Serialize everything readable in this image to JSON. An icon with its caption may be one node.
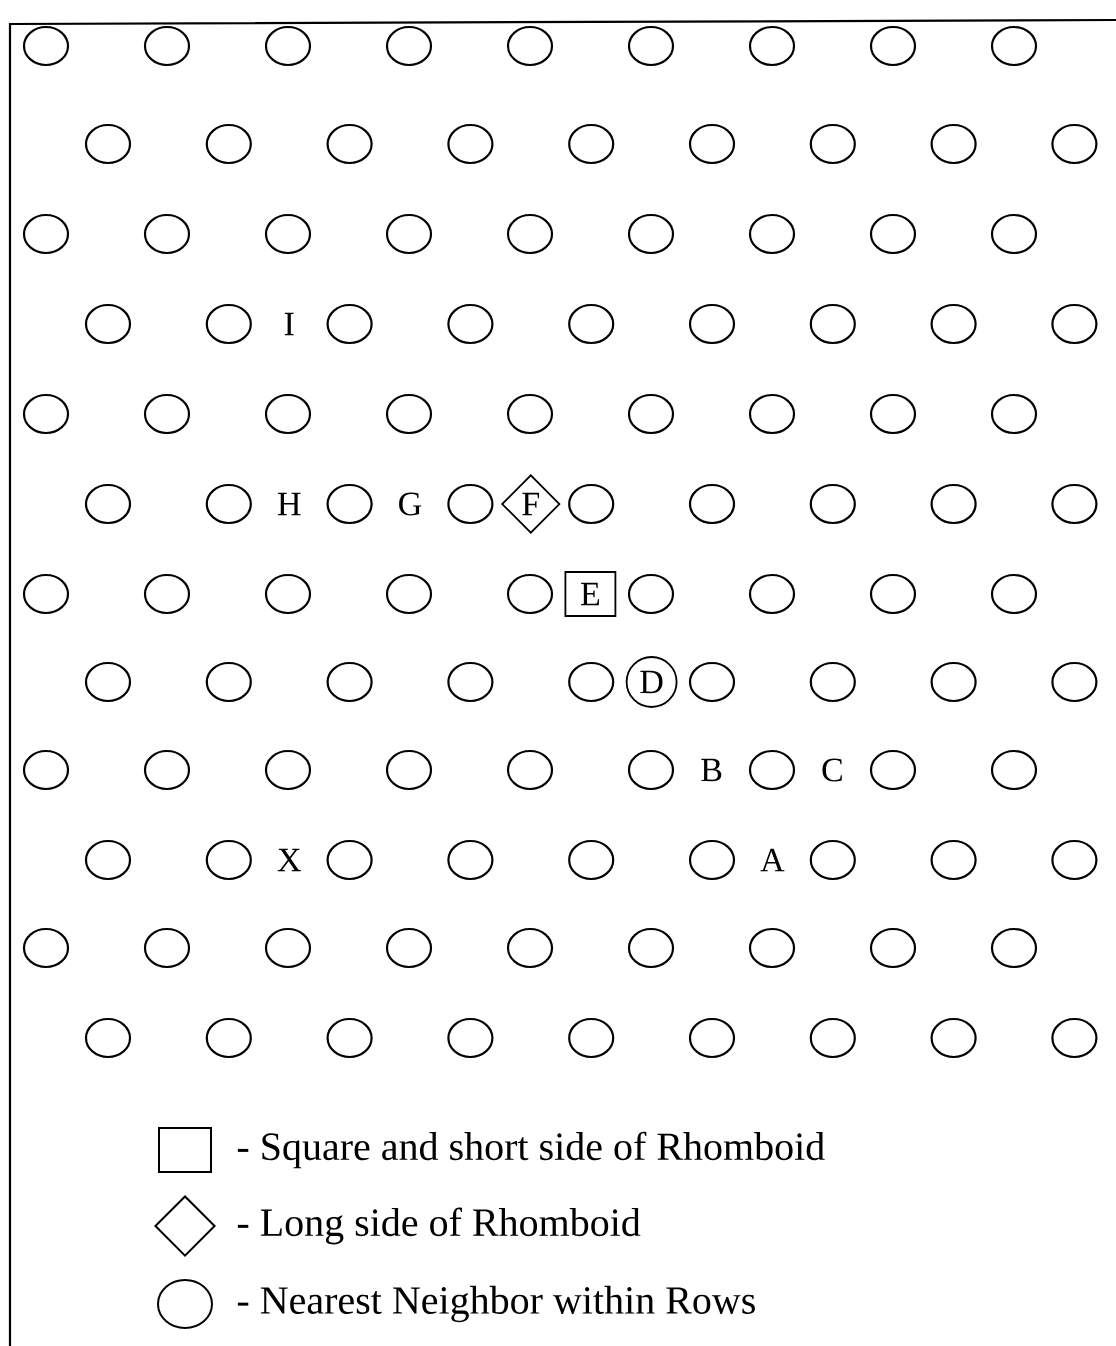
{
  "diagram": {
    "nodes": [
      {
        "text": [],
        "shape": "circle"
      },
      {
        "text": [],
        "shape": "circle"
      },
      {
        "text": [],
        "shape": "circle"
      },
      {
        "text": [],
        "shape": "circle"
      },
      {
        "text": [],
        "shape": "circle"
      },
      {
        "text": [],
        "shape": "circle"
      },
      {
        "text": [],
        "shape": "circle"
      },
      {
        "text": [],
        "shape": "circle"
      },
      {
        "text": [],
        "shape": "circle"
      },
      {
        "text": [],
        "shape": "circle"
      },
      {
        "text": [],
        "shape": "circle"
      },
      {
        "text": [],
        "shape": "circle"
      },
      {
        "text": [],
        "shape": "circle"
      },
      {
        "text": [],
        "shape": "circle"
      },
      {
        "text": [],
        "shape": "circle"
      },
      {
        "text": [],
        "shape": "circle"
      },
      {
        "text": [],
        "shape": "circle"
      },
      {
        "text": [],
        "shape": "circle"
      },
      {
        "text": [],
        "shape": "circle"
      },
      {
        "text": [],
        "shape": "circle"
      },
      {
        "text": [],
        "shape": "circle"
      },
      {
        "text": [],
        "shape": "circle"
      },
      {
        "text": [],
        "shape": "circle"
      },
      {
        "text": [],
        "shape": "circle"
      },
      {
        "text": [],
        "shape": "circle"
      },
      {
        "text": [],
        "shape": "circle"
      },
      {
        "text": [],
        "shape": "circle"
      },
      {
        "text": [],
        "shape": "circle"
      },
      {
        "text": [],
        "shape": "circle"
      },
      {
        "text": [],
        "shape": "circle"
      },
      {
        "text": [],
        "shape": "circle"
      },
      {
        "text": [],
        "shape": "circle"
      },
      {
        "text": [],
        "shape": "circle"
      },
      {
        "text": [],
        "shape": "circle"
      },
      {
        "text": [],
        "shape": "circle"
      },
      {
        "text": [],
        "shape": "circle"
      },
      {
        "text": [],
        "shape": "circle"
      },
      {
        "text": [],
        "shape": "circle"
      },
      {
        "text": [],
        "shape": "circle"
      },
      {
        "text": [],
        "shape": "circle"
      },
      {
        "text": [],
        "shape": "circle"
      },
      {
        "text": [],
        "shape": "circle"
      },
      {
        "text": [],
        "shape": "circle"
      },
      {
        "text": [],
        "shape": "circle"
      },
      {
        "text": [],
        "shape": "circle"
      },
      {
        "text": [],
        "shape": "circle"
      },
      {
        "text": [],
        "shape": "circle"
      },
      {
        "text": [],
        "shape": "circle"
      },
      {
        "text": [],
        "shape": "circle"
      },
      {
        "text": [
          "F"
        ]
      },
      {
        "text": [],
        "shape": "circle"
      },
      {
        "text": [],
        "shape": "circle"
      },
      {
        "text": [],
        "shape": "circle"
      },
      {
        "text": [],
        "shape": "circle"
      },
      {
        "text": [],
        "shape": "circle"
      },
      {
        "text": [],
        "shape": "circle"
      },
      {
        "text": [],
        "shape": "circle"
      },
      {
        "text": [],
        "shape": "circle"
      },
      {
        "text": [],
        "shape": "circle"
      },
      {
        "text": [],
        "shape": "circle"
      },
      {
        "text": [
          "E"
        ]
      },
      {
        "text": [],
        "shape": "circle"
      },
      {
        "text": [],
        "shape": "circle"
      },
      {
        "text": [],
        "shape": "circle"
      },
      {
        "text": [],
        "shape": "circle"
      },
      {
        "text": [],
        "shape": "circle"
      },
      {
        "text": [],
        "shape": "circle"
      },
      {
        "text": [],
        "shape": "circle"
      },
      {
        "text": [],
        "shape": "circle"
      },
      {
        "text": [],
        "shape": "circle"
      },
      {
        "text": [
          "D"
        ]
      },
      {
        "text": [],
        "shape": "circle"
      },
      {
        "text": [],
        "shape": "circle"
      },
      {
        "text": [],
        "shape": "circle"
      },
      {
        "text": [],
        "shape": "circle"
      },
      {
        "text": [],
        "shape": "circle"
      },
      {
        "text": [],
        "shape": "circle"
      },
      {
        "text": [],
        "shape": "circle"
      },
      {
        "text": [],
        "shape": "circle"
      },
      {
        "text": [],
        "shape": "circle"
      },
      {
        "text": [],
        "shape": "circle"
      },
      {
        "text": [],
        "shape": "circle"
      },
      {
        "text": [],
        "shape": "circle"
      },
      {
        "text": [],
        "shape": "circle"
      },
      {
        "text": [],
        "shape": "circle"
      },
      {
        "text": [],
        "shape": "circle"
      },
      {
        "text": [],
        "shape": "circle"
      },
      {
        "text": [],
        "shape": "circle"
      },
      {
        "text": [],
        "shape": "circle"
      },
      {
        "text": [],
        "shape": "circle"
      },
      {
        "text": [],
        "shape": "circle"
      },
      {
        "text": [],
        "shape": "circle"
      },
      {
        "text": [],
        "shape": "circle"
      },
      {
        "text": [],
        "shape": "circle"
      },
      {
        "text": [],
        "shape": "circle"
      },
      {
        "text": [],
        "shape": "circle"
      },
      {
        "text": [],
        "shape": "circle"
      },
      {
        "text": [],
        "shape": "circle"
      },
      {
        "text": [],
        "shape": "circle"
      },
      {
        "text": [],
        "shape": "circle"
      },
      {
        "text": [],
        "shape": "circle"
      },
      {
        "text": [],
        "shape": "circle"
      },
      {
        "text": [],
        "shape": "circle"
      },
      {
        "text": [],
        "shape": "circle"
      },
      {
        "text": [],
        "shape": "circle"
      },
      {
        "text": [],
        "shape": "circle"
      },
      {
        "text": [],
        "shape": "circle"
      },
      {
        "text": [],
        "shape": "circle"
      },
      {
        "text": [],
        "shape": "circle"
      },
      {
        "text": [],
        "shape": "circle"
      },
      {
        "text": [],
        "shape": "circle"
      }
    ],
    "labels": [
      "I",
      "H",
      "G",
      "B",
      "C",
      "X",
      "A"
    ],
    "legend": [
      {
        "text": "- Square and short side of Rhomboid"
      },
      {
        "text": "- Long side of Rhomboid"
      },
      {
        "text": "- Nearest Neighbor within Rows"
      }
    ]
  }
}
